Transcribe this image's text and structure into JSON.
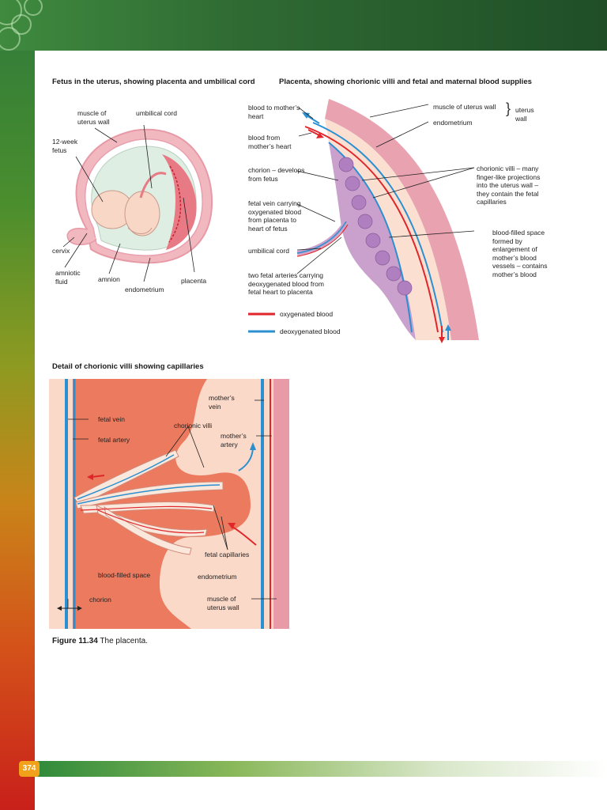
{
  "page_number": "374",
  "section1": {
    "title": "Fetus in the uterus, showing placenta and umbilical cord"
  },
  "section2": {
    "title": "Placenta, showing chorionic villi and fetal and maternal blood supplies"
  },
  "section3": {
    "title": "Detail of chorionic villi showing capillaries"
  },
  "fetus_labels": {
    "muscle": "muscle of\nuterus wall",
    "umbilical_cord": "umbilical cord",
    "fetus12": "12-week\nfetus",
    "cervix": "cervix",
    "amniotic_fluid": "amniotic\nfluid",
    "amnion": "amnion",
    "endometrium": "endometrium",
    "placenta": "placenta"
  },
  "placenta_labels": {
    "blood_to_heart": "blood to mother’s\nheart",
    "blood_from_heart": "blood from\nmother’s heart",
    "chorion": "chorion – develops\nfrom fetus",
    "fetal_vein": "fetal vein carrying\noxygenated blood\nfrom placenta to\nheart of fetus",
    "umbilical_cord": "umbilical cord",
    "two_arteries": "two fetal arteries carrying\ndeoxygenated blood from\nfetal heart to placenta",
    "muscle": "muscle of uterus wall",
    "endometrium": "endometrium",
    "uterus_wall": "uterus\nwall",
    "villi": "chorionic villi – many\nfinger-like projections\ninto the uterus wall –\nthey contain the fetal\ncapillaries",
    "blood_space": "blood-filled space\nformed by\nenlargement of\nmother’s blood\nvessels – contains\nmother’s blood"
  },
  "legend": {
    "oxygenated": {
      "label": "oxygenated blood",
      "color": "#e0262b"
    },
    "deoxygenated": {
      "label": "deoxygenated blood",
      "color": "#2b8fd0"
    }
  },
  "detail_labels": {
    "fetal_vein": "fetal vein",
    "fetal_artery": "fetal artery",
    "chorionic_villi": "chorionic villi",
    "mothers_vein": "mother’s\nvein",
    "mothers_artery": "mother’s\nartery",
    "fetal_capillaries": "fetal capillaries",
    "blood_space": "blood-filled space",
    "endometrium": "endometrium",
    "chorion": "chorion",
    "muscle": "muscle of\nuterus wall"
  },
  "caption": {
    "figure": "Figure 11.34",
    "text": "The placenta."
  }
}
